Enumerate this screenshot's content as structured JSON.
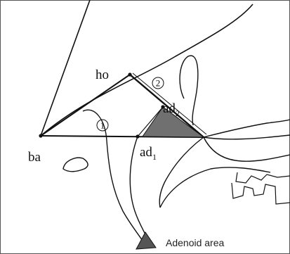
{
  "labels": {
    "ho": "ho",
    "ad2_base": "ad",
    "ad2_sub": "2",
    "ad1_base": "ad",
    "ad1_sub": "1",
    "ba": "ba",
    "measure1": "1",
    "measure2": "2",
    "adenoid_area": "Adenoid area"
  },
  "colors": {
    "stroke": "#111111",
    "adenoid_fill": "#707070",
    "frame": "#555555"
  }
}
